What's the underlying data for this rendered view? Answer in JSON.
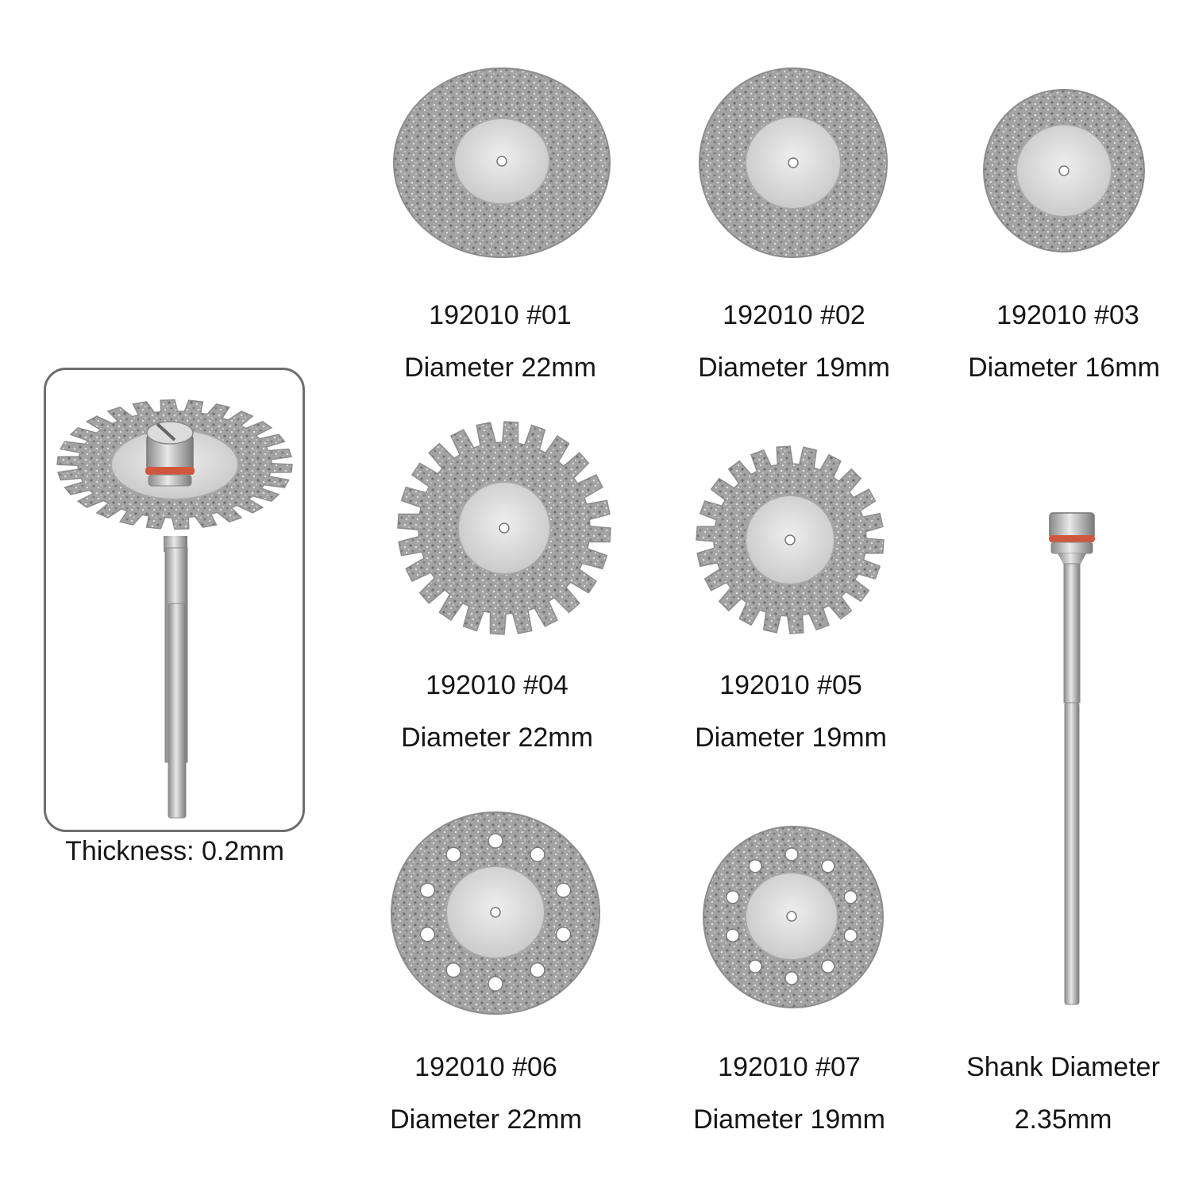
{
  "products": [
    {
      "code": "192010 #01",
      "diameter": "Diameter 22mm",
      "style": "plain"
    },
    {
      "code": "192010 #02",
      "diameter": "Diameter 19mm",
      "style": "plain"
    },
    {
      "code": "192010 #03",
      "diameter": "Diameter 16mm",
      "style": "plain"
    },
    {
      "code": "192010 #04",
      "diameter": "Diameter 22mm",
      "style": "toothed"
    },
    {
      "code": "192010 #05",
      "diameter": "Diameter 19mm",
      "style": "toothed"
    },
    {
      "code": "192010 #06",
      "diameter": "Diameter 22mm",
      "style": "perforated"
    },
    {
      "code": "192010 #07",
      "diameter": "Diameter 19mm",
      "style": "perforated"
    }
  ],
  "mandrel": {
    "line1": "Shank Diameter",
    "line2": "2.35mm"
  },
  "detail": {
    "thickness": "Thickness: 0.2mm"
  },
  "colors": {
    "disc_grit": "#9a9a9a",
    "disc_hub": "#d9d9d9",
    "o_ring": "#d0573f",
    "frame": "#6e6e6e"
  }
}
